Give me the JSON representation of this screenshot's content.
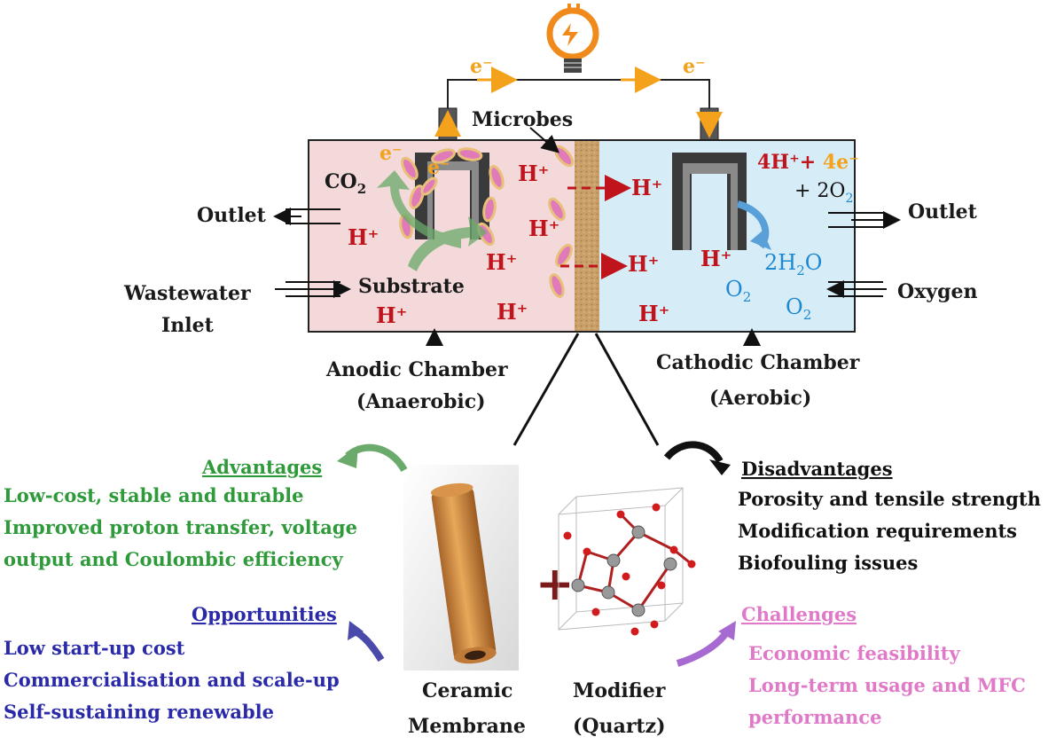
{
  "circuit": {
    "electron_left": "e⁻",
    "electron_right": "e⁻",
    "electron_anode": "e⁻",
    "electron_anode2": "e⁻"
  },
  "labels": {
    "microbes": "Microbes",
    "co2": "CO",
    "co2_sub": "2",
    "outlet_left": "Outlet",
    "outlet_right": "Outlet",
    "wastewater": "Wastewater",
    "inlet": "Inlet",
    "substrate": "Substrate",
    "oxygen": "Oxygen",
    "anodic_line1": "Anodic Chamber",
    "anodic_line2": "(Anaerobic)",
    "cathodic_line1": "Cathodic Chamber",
    "cathodic_line2": "(Aerobic)",
    "hplus": "H⁺",
    "reaction_4h": "4H⁺+ ",
    "reaction_4e": "4e⁻",
    "reaction_2o2": "+ 2O",
    "reaction_2o2_sub": "2",
    "water": "2H",
    "water_sub": "2",
    "water_o": "O",
    "o2": "O",
    "o2_sub": "2"
  },
  "bottom": {
    "ceramic_line1": "Ceramic",
    "ceramic_line2": "Membrane",
    "modifier_line1": "Modifier",
    "modifier_line2": "(Quartz)",
    "plus": "+"
  },
  "advantages": {
    "heading": "Advantages",
    "items": [
      "Low-cost, stable and durable",
      "Improved proton transfer, voltage",
      "output and Coulombic efficiency"
    ]
  },
  "opportunities": {
    "heading": "Opportunities",
    "items": [
      "Low start-up cost",
      "Commercialisation and scale-up",
      "Self-sustaining renewable"
    ]
  },
  "disadvantages": {
    "heading": "Disadvantages",
    "items": [
      "Porosity and tensile strength",
      "Modification requirements",
      "Biofouling issues"
    ]
  },
  "challenges": {
    "heading": "Challenges",
    "items": [
      "Economic feasibility",
      "Long-term usage and MFC",
      "performance"
    ]
  },
  "colors": {
    "anode_chamber": "#f3d9d9",
    "cathode_chamber": "#d6ecf7",
    "membrane": "#c9a06a",
    "proton_red": "#c0141c",
    "oxygen_blue": "#1e88d0",
    "electron_orange": "#f4a21c",
    "advantages_green": "#2e9a3a",
    "opportunities_navy": "#2a2aa8",
    "challenges_pink": "#e07ac8"
  }
}
